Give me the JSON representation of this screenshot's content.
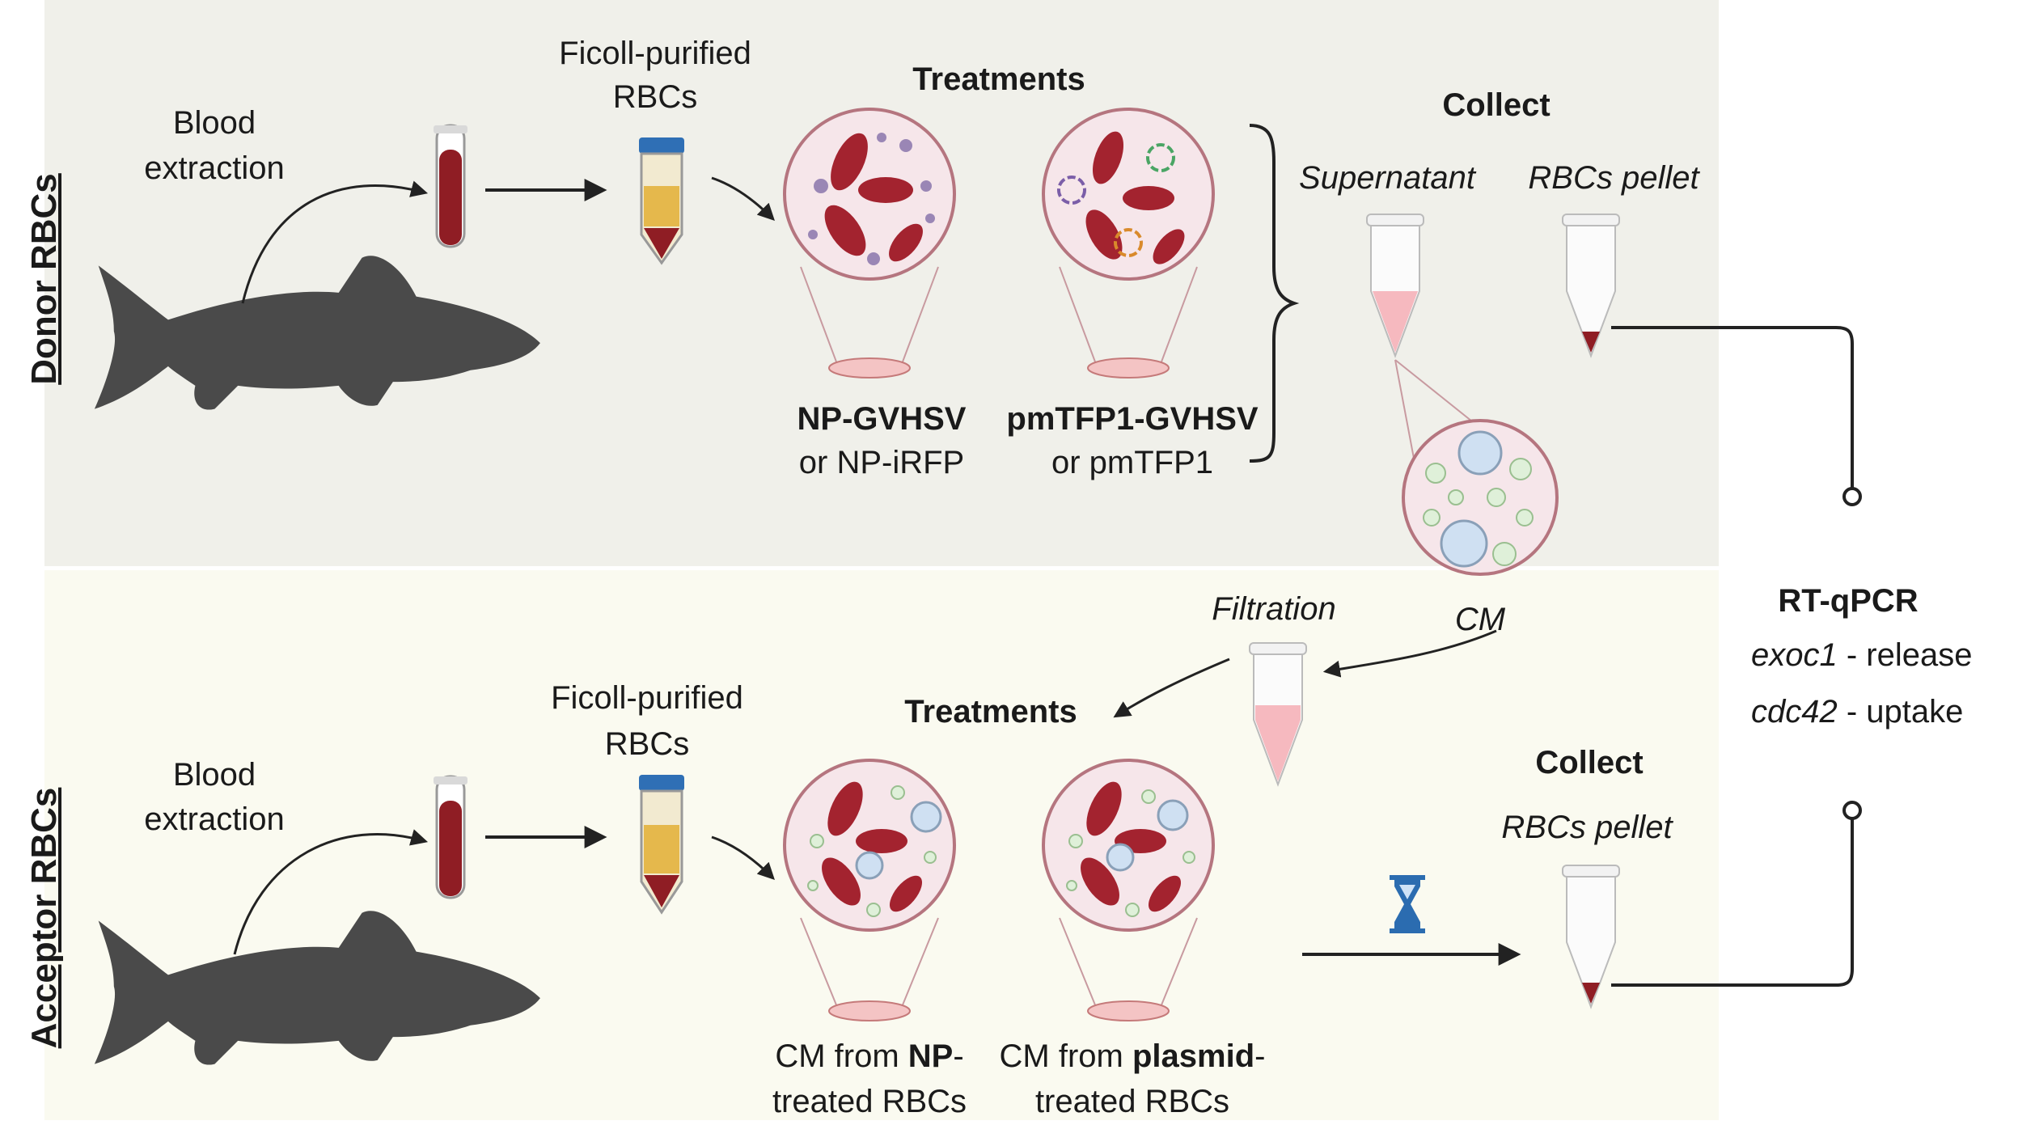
{
  "donor": {
    "side_label": "Donor RBCs",
    "blood_extraction": [
      "Blood",
      "extraction"
    ],
    "purified": [
      "Ficoll-purified",
      "RBCs"
    ],
    "treatments": "Treatments",
    "treatment_np": {
      "bold": "NP-GVHSV",
      "normal": "or NP-iRFP"
    },
    "treatment_pm": {
      "bold": "pmTFP1-GVHSV",
      "normal": "or pmTFP1"
    },
    "collect": "Collect",
    "supernatant": "Supernatant",
    "pellet": "RBCs pellet"
  },
  "acceptor": {
    "side_label": "Acceptor RBCs",
    "blood_extraction": [
      "Blood",
      "extraction"
    ],
    "purified": [
      "Ficoll-purified",
      "RBCs"
    ],
    "treatments": "Treatments",
    "cm_np": {
      "pre": "CM from ",
      "bold": "NP",
      "post": "-",
      "line2": "treated RBCs"
    },
    "cm_plasmid": {
      "pre": "CM from ",
      "bold": "plasmid",
      "post": "-",
      "line2": "treated RBCs"
    },
    "collect": "Collect",
    "pellet": "RBCs pellet"
  },
  "middle": {
    "filtration": "Filtration",
    "cm": "CM"
  },
  "readout": {
    "title": "RT-qPCR",
    "gene1": "exoc1",
    "gene1_desc": " - release",
    "gene2": "cdc42",
    "gene2_desc": " - uptake"
  },
  "colors": {
    "donor_panel": "#f0f0ea",
    "acceptor_panel": "#fafaf0",
    "fish": "#4a4a4a",
    "rbc": "#a3232f",
    "blood": "#8f1d24",
    "vesicle_fill": "#dff0d9",
    "vesicle_large": "#cfe0f2",
    "np_particle": "#9a86b5",
    "tube_cap": "#2f6fb5",
    "supernatant": "#f6b9bf",
    "hourglass": "#2b6cb0"
  }
}
